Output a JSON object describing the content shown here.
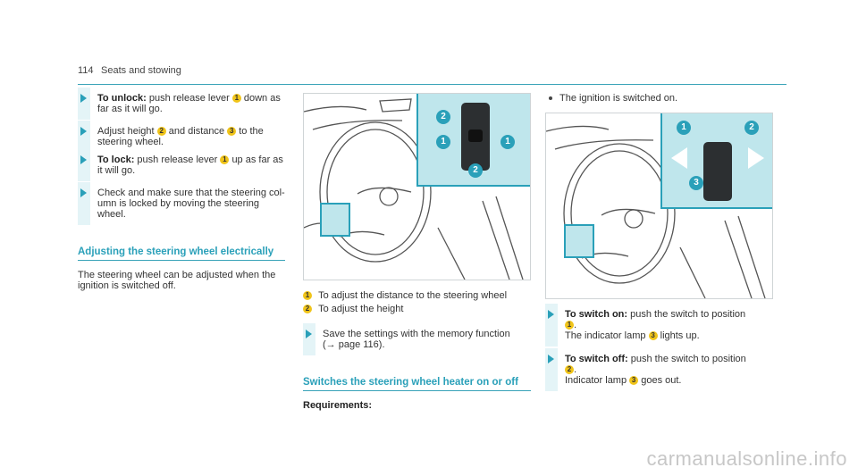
{
  "header": {
    "page_number": "114",
    "section": "Seats and stowing"
  },
  "left_col": {
    "steps": [
      {
        "bold": "To unlock:",
        "parts": [
          "push release lever",
          "1",
          "down as far as it will go."
        ]
      },
      {
        "bold": "",
        "parts": [
          "Adjust height",
          "2",
          "and distance",
          "3",
          "to the steering wheel."
        ]
      },
      {
        "bold": "To lock:",
        "parts": [
          "push release lever",
          "1",
          "up as far as it will go."
        ]
      },
      {
        "bold": "",
        "parts": [
          "Check and make sure that the steering col-umn is locked by moving the steering wheel."
        ]
      }
    ],
    "heading": "Adjusting the steering wheel electrically",
    "body": "The steering wheel can be adjusted when the ignition is switched off."
  },
  "mid_col": {
    "legend": [
      {
        "n": "1",
        "text": "To adjust the distance to the steering wheel"
      },
      {
        "n": "2",
        "text": "To adjust the height"
      }
    ],
    "step_text": "Save the settings with the memory function",
    "step_ref": "(→ page 116).",
    "heading": "Switches the steering wheel heater on or off",
    "requirements": "Requirements:"
  },
  "right_col": {
    "bullet": "The ignition is switched on.",
    "steps": [
      {
        "bold": "To switch on:",
        "line1": "push the switch to position",
        "n": "1",
        "line2_pre": "The indicator lamp",
        "n2": "3",
        "line2_post": "lights up."
      },
      {
        "bold": "To switch off:",
        "line1": "push the switch to position",
        "n": "2",
        "line2_pre": "Indicator lamp",
        "n2": "3",
        "line2_post": "goes out."
      }
    ]
  },
  "figure_callouts": {
    "fig1": [
      "2",
      "1",
      "1",
      "2"
    ],
    "fig2": [
      "1",
      "2",
      "3"
    ]
  },
  "watermark": "carmanualsonline.info",
  "colors": {
    "accent": "#2aa0b9",
    "callout_panel": "#bfe6ec",
    "marker": "#f0c419"
  }
}
